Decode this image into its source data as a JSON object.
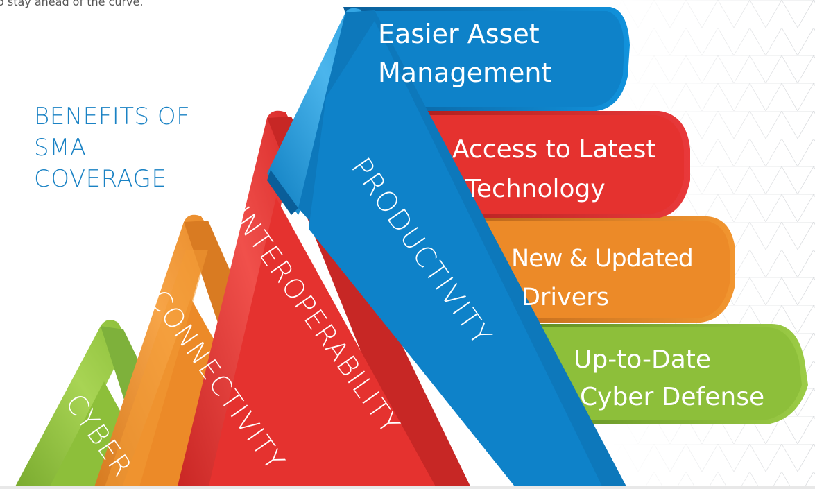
{
  "intro_text": "o stay ahead of the curve.",
  "headline": {
    "line1": "BENEFITS OF",
    "line2": "SMA",
    "line3": "COVERAGE"
  },
  "ribbons": {
    "productivity": {
      "label": "PRODUCTIVITY",
      "color": "#0e82c9"
    },
    "interoperability": {
      "label": "INTEROPERABILITY",
      "color": "#e5322f"
    },
    "connectivity": {
      "label": "CONNECTIVITY",
      "color": "#ec8a28"
    },
    "cyber": {
      "label": "CYBER",
      "color": "#8dbf3a"
    }
  },
  "banners": {
    "blue": {
      "line1": "Easier Asset",
      "line2": "Management",
      "color": "#0e82c9"
    },
    "red": {
      "line1": "Access to Latest",
      "line2": "Technology",
      "color": "#e5322f"
    },
    "orange": {
      "line1": "New & Updated",
      "line2": "Drivers",
      "color": "#ec8a28"
    },
    "green": {
      "line1": "Up-to-Date",
      "line2": "Cyber Defense",
      "color": "#8dbf3a"
    }
  },
  "accent_color": "#1a82c4"
}
